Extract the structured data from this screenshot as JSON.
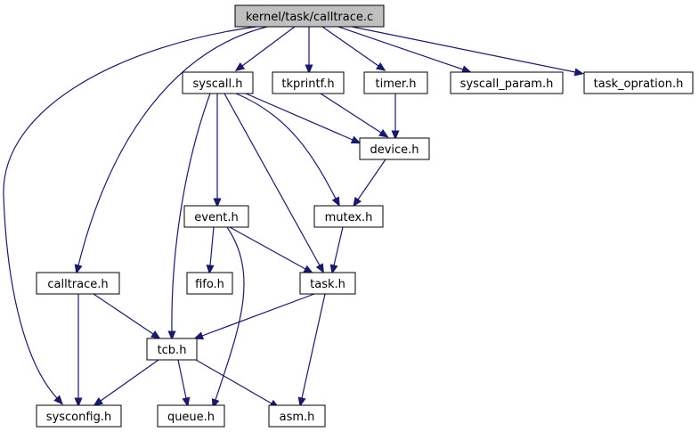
{
  "diagram": {
    "root": "kernel/task/calltrace.c",
    "nodes": {
      "root": "kernel/task/calltrace.c",
      "syscall": "syscall.h",
      "tkprintf": "tkprintf.h",
      "timer": "timer.h",
      "syscall_param": "syscall_param.h",
      "task_opration": "task_opration.h",
      "device": "device.h",
      "event": "event.h",
      "mutex": "mutex.h",
      "calltrace": "calltrace.h",
      "fifo": "fifo.h",
      "task": "task.h",
      "tcb": "tcb.h",
      "sysconfig": "sysconfig.h",
      "queue": "queue.h",
      "asm": "asm.h"
    },
    "edges": [
      [
        "root",
        "syscall"
      ],
      [
        "root",
        "tkprintf"
      ],
      [
        "root",
        "timer"
      ],
      [
        "root",
        "syscall_param"
      ],
      [
        "root",
        "task_opration"
      ],
      [
        "root",
        "calltrace"
      ],
      [
        "root",
        "sysconfig"
      ],
      [
        "syscall",
        "device"
      ],
      [
        "syscall",
        "event"
      ],
      [
        "syscall",
        "mutex"
      ],
      [
        "syscall",
        "task"
      ],
      [
        "syscall",
        "tcb"
      ],
      [
        "tkprintf",
        "device"
      ],
      [
        "timer",
        "device"
      ],
      [
        "device",
        "mutex"
      ],
      [
        "event",
        "fifo"
      ],
      [
        "event",
        "task"
      ],
      [
        "event",
        "queue"
      ],
      [
        "mutex",
        "task"
      ],
      [
        "calltrace",
        "tcb"
      ],
      [
        "calltrace",
        "sysconfig"
      ],
      [
        "task",
        "tcb"
      ],
      [
        "task",
        "asm"
      ],
      [
        "tcb",
        "sysconfig"
      ],
      [
        "tcb",
        "queue"
      ],
      [
        "tcb",
        "asm"
      ]
    ]
  }
}
